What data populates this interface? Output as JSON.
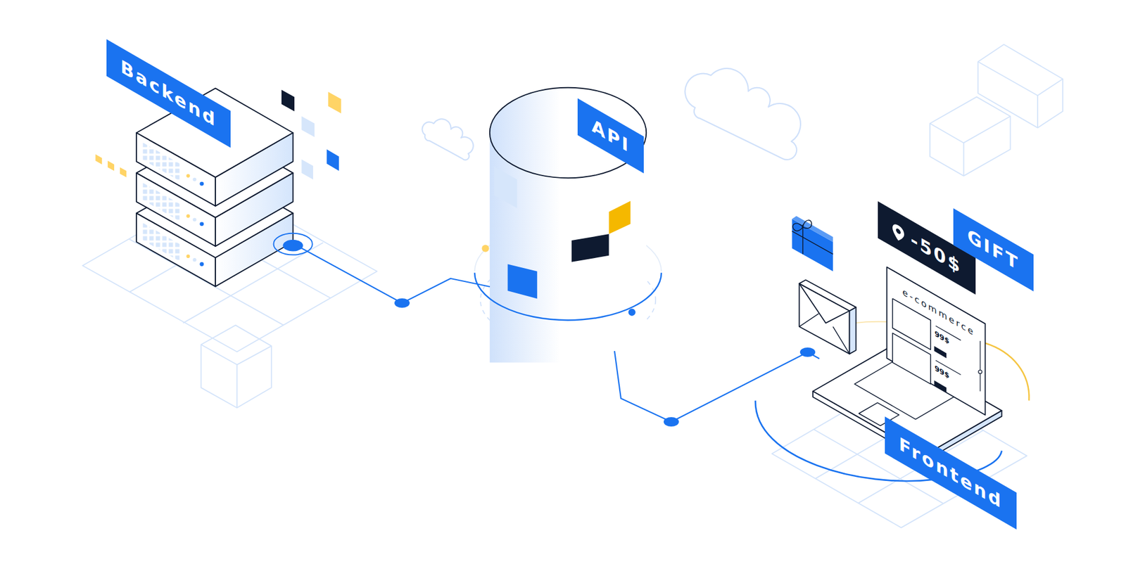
{
  "diagram": {
    "nodes": [
      {
        "text": [
          "Backend"
        ]
      },
      {
        "text": [
          "API"
        ]
      },
      {
        "text": [
          "-50$"
        ]
      },
      {
        "text": [
          "GIFT"
        ]
      },
      {
        "text": [
          "Frontend"
        ]
      }
    ],
    "edges": [
      {
        "from": 0,
        "to": 1,
        "arrow": "none"
      },
      {
        "from": 1,
        "to": 4,
        "arrow": "none"
      }
    ],
    "labels": [
      "e-commerce",
      "99$",
      "99$"
    ]
  }
}
